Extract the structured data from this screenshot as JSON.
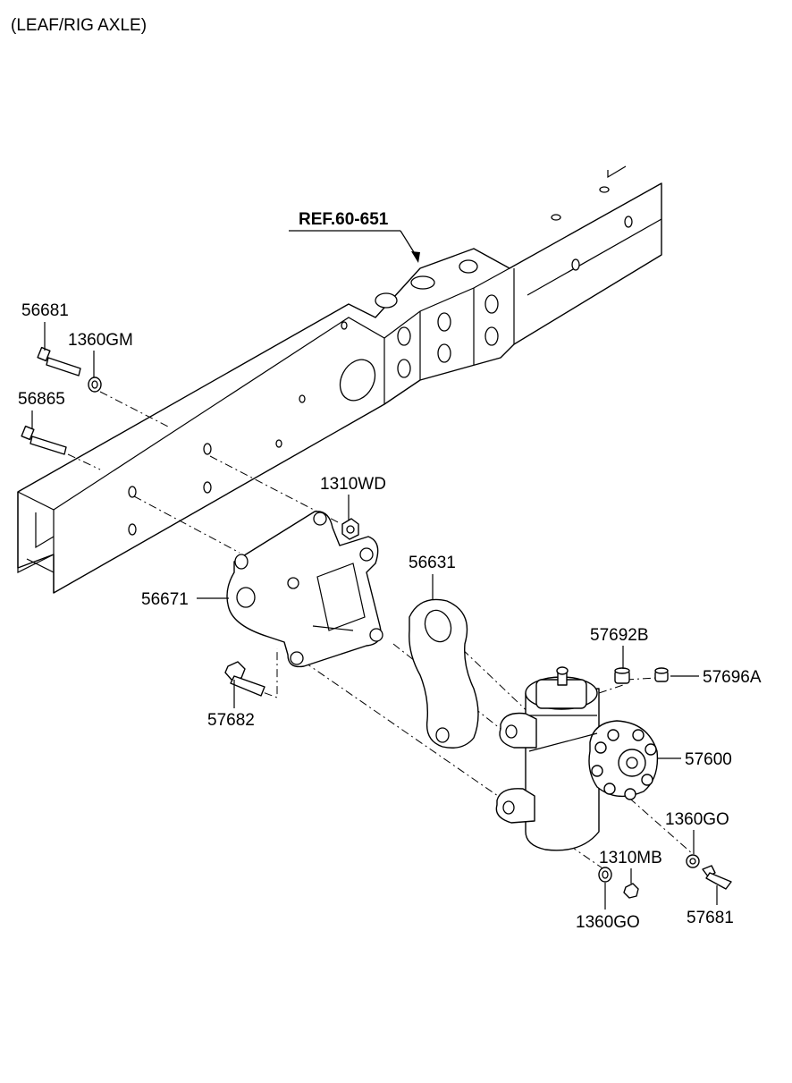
{
  "header": {
    "variant": "(LEAF/RIG AXLE)"
  },
  "reference": {
    "label": "REF.60-651"
  },
  "callouts": [
    {
      "id": "56681",
      "part": "bolt"
    },
    {
      "id": "1360GM",
      "part": "washer"
    },
    {
      "id": "56865",
      "part": "bolt"
    },
    {
      "id": "1310WD",
      "part": "nut"
    },
    {
      "id": "56631",
      "part": "pitman-arm"
    },
    {
      "id": "56671",
      "part": "bracket"
    },
    {
      "id": "57692B",
      "part": "plug"
    },
    {
      "id": "57696A",
      "part": "fitting"
    },
    {
      "id": "57682",
      "part": "bolt"
    },
    {
      "id": "57600",
      "part": "steering-gear-box"
    },
    {
      "id": "1360GO",
      "part": "washer"
    },
    {
      "id": "1310MB",
      "part": "nut"
    },
    {
      "id": "1360GO",
      "part": "washer"
    },
    {
      "id": "57681",
      "part": "bolt"
    }
  ]
}
